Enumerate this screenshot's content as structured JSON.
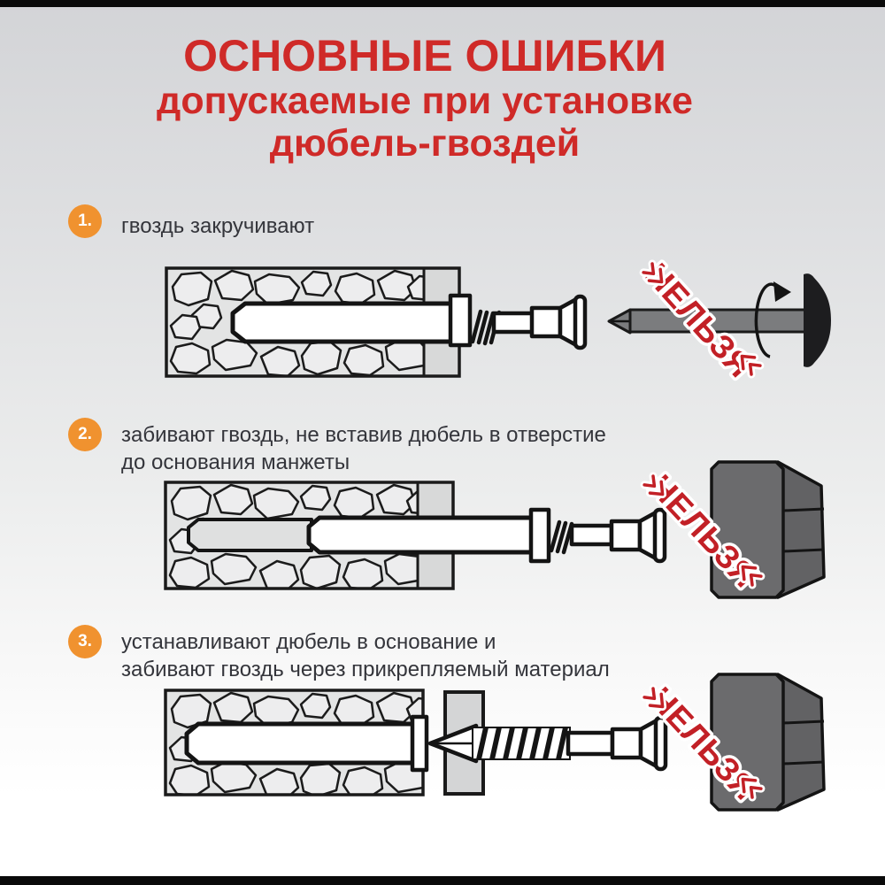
{
  "header": {
    "title_line1": "ОСНОВНЫЕ ОШИБКИ",
    "title_line2": "допускаемые при установке",
    "title_line3": "дюбель-гвоздей"
  },
  "items": [
    {
      "number": "1.",
      "text_line1": "гвоздь закручивают",
      "forbidden_label": "НЕЛЬЗЯ",
      "illustration": "screwdriver-turning-dowel-nail"
    },
    {
      "number": "2.",
      "text_line1": "забивают гвоздь, не вставив дюбель в отверстие",
      "text_line2": "до основания манжеты",
      "forbidden_label": "НЕЛЬЗЯ",
      "illustration": "hammer-hitting-nail-with-dowel-not-fully-inserted"
    },
    {
      "number": "3.",
      "text_line1": "устанавливают дюбель в основание и",
      "text_line2": "забивают гвоздь через прикрепляемый материал",
      "forbidden_label": "НЕЛЬЗЯ",
      "illustration": "hammer-driving-nail-through-attached-material"
    }
  ],
  "icons": {
    "hammer-icon": "🔨",
    "screwdriver-icon": "🪛",
    "rotation-arrow-icon": "↻",
    "emphasis-spark-icon": "≫"
  },
  "colors": {
    "title_red": "#cf2a28",
    "forbidden_red": "#c22026",
    "number_orange": "#f0922f",
    "body_text": "#34353b",
    "hammer_gray": "#6b6b6d",
    "frame_black": "#0a0a0a"
  }
}
